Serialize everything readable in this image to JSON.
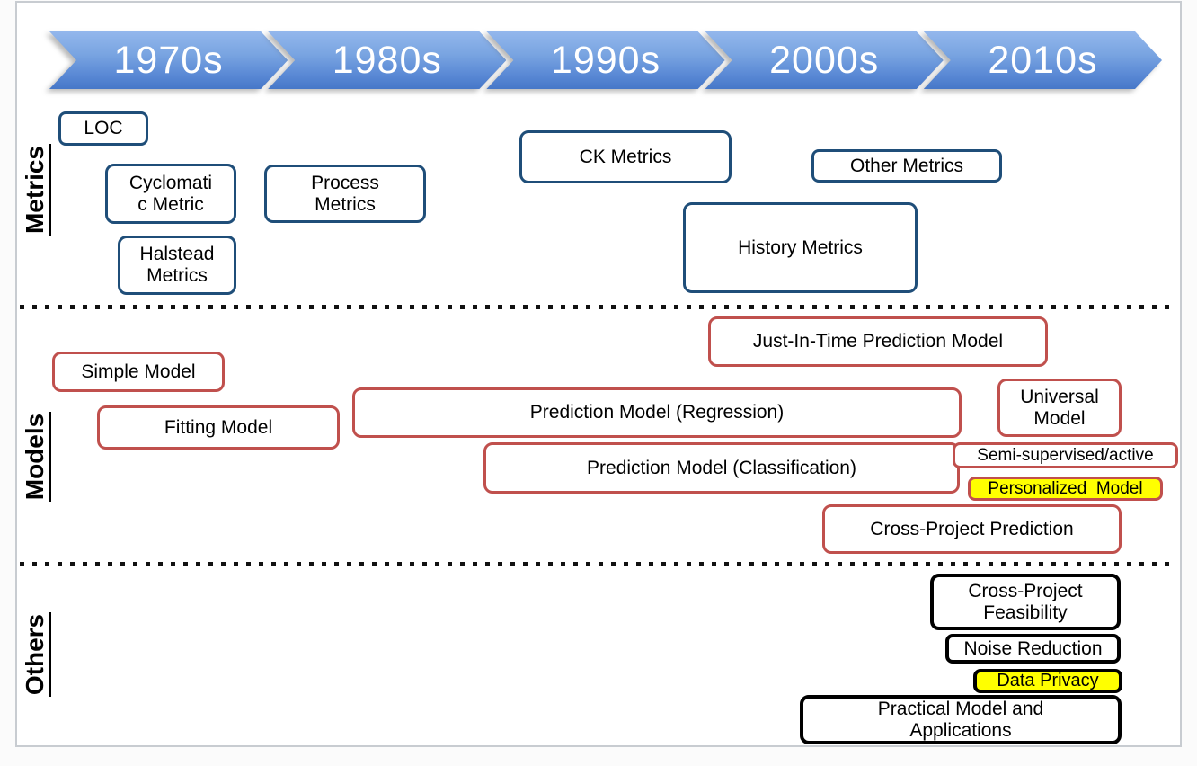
{
  "banner": {
    "decades": [
      "1970s",
      "1980s",
      "1990s",
      "2000s",
      "2010s"
    ]
  },
  "sections": [
    {
      "id": "metrics",
      "label": "Metrics",
      "boxes": [
        {
          "id": "loc",
          "label": "LOC"
        },
        {
          "id": "cyclomatic",
          "label": "Cyclomati\nc Metric"
        },
        {
          "id": "process",
          "label": "Process\nMetrics"
        },
        {
          "id": "halstead",
          "label": "Halstead\nMetrics"
        },
        {
          "id": "ck",
          "label": "CK Metrics"
        },
        {
          "id": "other",
          "label": "Other Metrics"
        },
        {
          "id": "history",
          "label": "History Metrics"
        }
      ]
    },
    {
      "id": "models",
      "label": "Models",
      "boxes": [
        {
          "id": "simple",
          "label": "Simple Model"
        },
        {
          "id": "fitting",
          "label": "Fitting Model"
        },
        {
          "id": "regression",
          "label": "Prediction Model (Regression)"
        },
        {
          "id": "jit",
          "label": "Just-In-Time Prediction Model"
        },
        {
          "id": "universal",
          "label": "Universal\nModel"
        },
        {
          "id": "classification",
          "label": "Prediction Model (Classification)"
        },
        {
          "id": "semi",
          "label": "Semi-supervised/active"
        },
        {
          "id": "personalized",
          "label": "Personalized  Model",
          "highlight": true
        },
        {
          "id": "crossproject",
          "label": "Cross-Project Prediction"
        }
      ]
    },
    {
      "id": "others",
      "label": "Others",
      "boxes": [
        {
          "id": "feasibility",
          "label": "Cross-Project\nFeasibility"
        },
        {
          "id": "noise",
          "label": "Noise Reduction"
        },
        {
          "id": "privacy",
          "label": "Data Privacy",
          "highlight": true
        },
        {
          "id": "practical",
          "label": "Practical Model and\nApplications"
        }
      ]
    }
  ],
  "colors": {
    "metric_border": "#1f4e79",
    "model_border": "#c0504d",
    "other_border": "#000000",
    "highlight": "#ffff00",
    "banner_top": "#93b7ec",
    "banner_bottom": "#4677c8",
    "banner_text": "#ffffff"
  }
}
